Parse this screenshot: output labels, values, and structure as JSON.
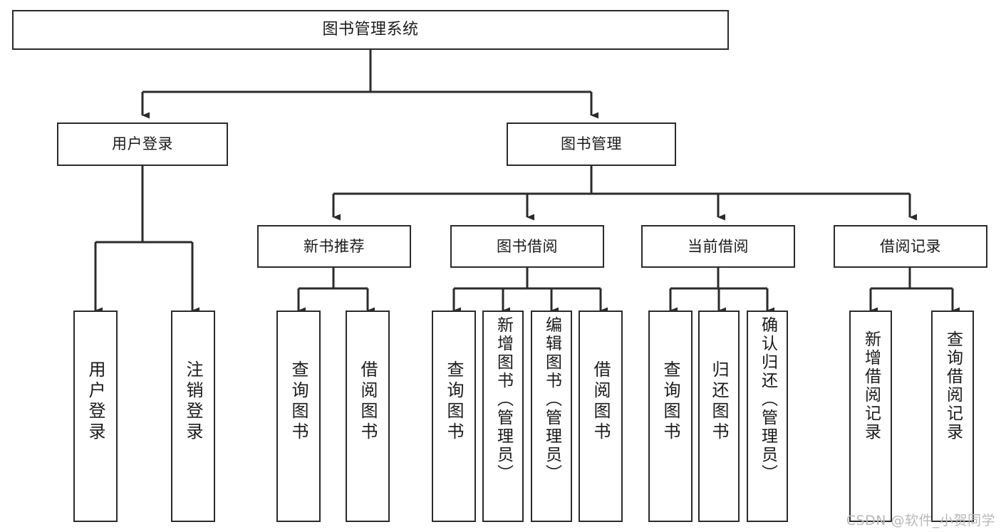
{
  "diagram": {
    "title": "图书管理系统",
    "watermark": "CSDN @软件_小贺同学",
    "type": "tree",
    "colors": {
      "stroke": "#2b2b2b",
      "fill": "#ffffff",
      "text": "#1a1a1a",
      "watermark": "#b8b8b8"
    },
    "nodes": {
      "root": {
        "label": "图书管理系统"
      },
      "level2": [
        {
          "id": "user-login",
          "label": "用户登录"
        },
        {
          "id": "book-manage",
          "label": "图书管理"
        }
      ],
      "level3": [
        {
          "id": "new-book-rec",
          "label": "新书推荐",
          "parent": "book-manage"
        },
        {
          "id": "book-borrow",
          "label": "图书借阅",
          "parent": "book-manage"
        },
        {
          "id": "current-borrow",
          "label": "当前借阅",
          "parent": "book-manage"
        },
        {
          "id": "borrow-record",
          "label": "借阅记录",
          "parent": "book-manage"
        }
      ],
      "leaves": [
        {
          "id": "leaf-user-login",
          "label": "用户登录",
          "parent": "user-login"
        },
        {
          "id": "leaf-logout",
          "label": "注销登录",
          "parent": "user-login"
        },
        {
          "id": "leaf-query-book-1",
          "label": "查询图书",
          "parent": "new-book-rec"
        },
        {
          "id": "leaf-borrow-book-1",
          "label": "借阅图书",
          "parent": "new-book-rec"
        },
        {
          "id": "leaf-query-book-2",
          "label": "查询图书",
          "parent": "book-borrow"
        },
        {
          "id": "leaf-add-book",
          "label": "新增图书（管理员）",
          "parent": "book-borrow"
        },
        {
          "id": "leaf-edit-book",
          "label": "编辑图书（管理员）",
          "parent": "book-borrow"
        },
        {
          "id": "leaf-borrow-book-2",
          "label": "借阅图书",
          "parent": "book-borrow"
        },
        {
          "id": "leaf-query-book-3",
          "label": "查询图书",
          "parent": "current-borrow"
        },
        {
          "id": "leaf-return-book",
          "label": "归还图书",
          "parent": "current-borrow"
        },
        {
          "id": "leaf-confirm-return",
          "label": "确认归还（管理员）",
          "parent": "current-borrow"
        },
        {
          "id": "leaf-add-record",
          "label": "新增借阅记录",
          "parent": "borrow-record"
        },
        {
          "id": "leaf-query-record",
          "label": "查询借阅记录",
          "parent": "borrow-record"
        }
      ]
    }
  }
}
